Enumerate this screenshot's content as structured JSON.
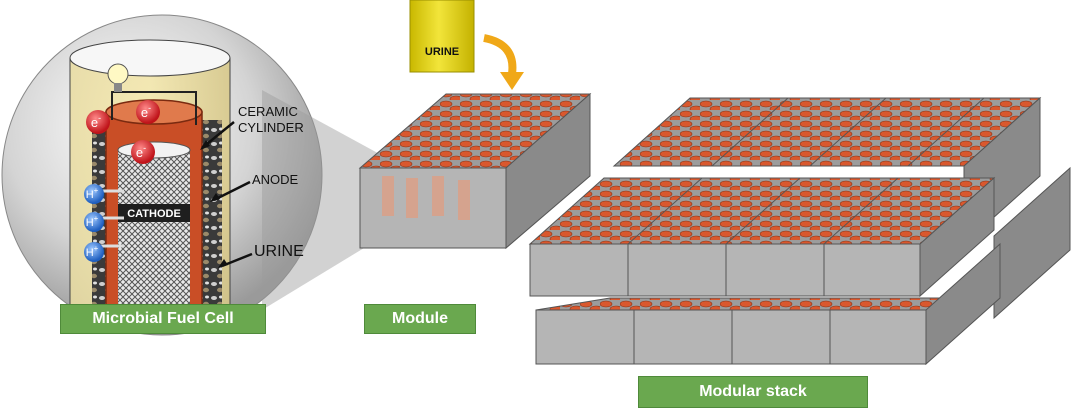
{
  "labels": {
    "mfc": "Microbial Fuel Cell",
    "module": "Module",
    "stack": "Modular stack"
  },
  "callouts": {
    "ceramic_line1": "CERAMIC",
    "ceramic_line2": "CYLINDER",
    "anode": "ANODE",
    "urine": "URINE",
    "cathode": "CATHODE",
    "urine_jar": "URINE"
  },
  "ions": {
    "electron": "e",
    "electron_sup": "-",
    "proton": "H",
    "proton_sup": "+"
  },
  "colors": {
    "label_green": "#6aa84f",
    "cylinder_orange": "#d2542c",
    "box_grey": "#a8a8a8",
    "urine_yellow": "#e8d62a",
    "arrow_orange": "#f0a818"
  }
}
